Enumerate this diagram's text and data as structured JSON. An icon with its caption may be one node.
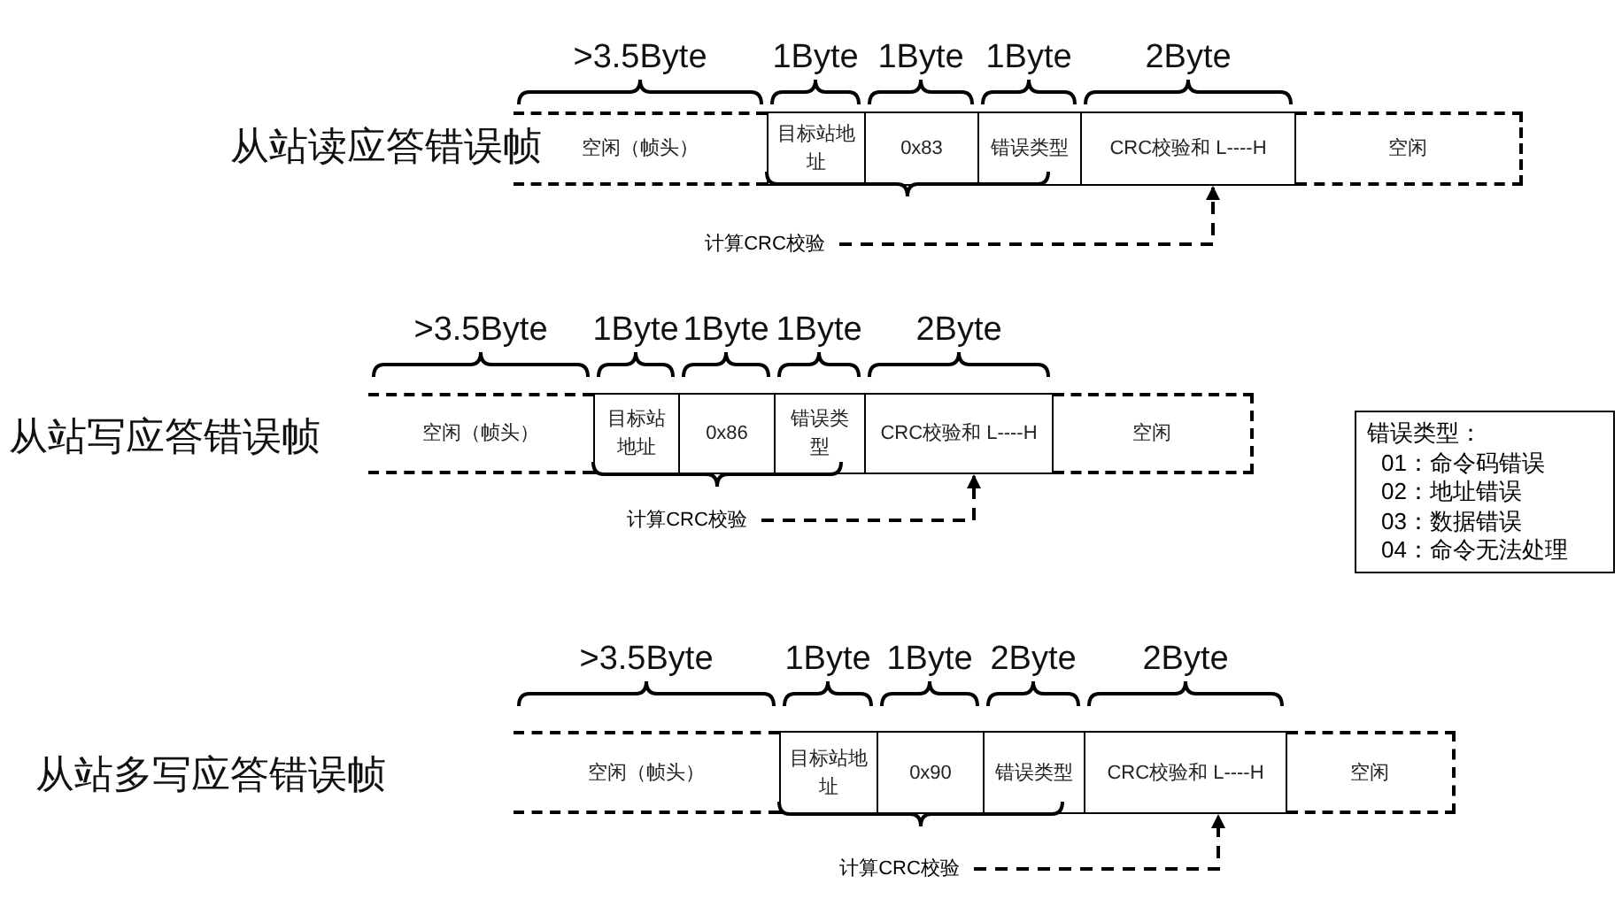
{
  "diagram": {
    "nodes": [
      {
        "text": [
          "空闲（帧头）"
        ]
      },
      {
        "text": [
          "目标站地址"
        ]
      },
      {
        "text": [
          "0x83"
        ]
      },
      {
        "text": [
          "错误类型"
        ]
      },
      {
        "text": [
          "CRC校验和 L----H"
        ]
      },
      {
        "text": [
          "空闲"
        ]
      },
      {
        "text": [
          "计算CRC校验"
        ]
      },
      {
        "text": [
          "空闲（帧头）"
        ]
      },
      {
        "text": [
          "目标站地址"
        ]
      },
      {
        "text": [
          "0x86"
        ]
      },
      {
        "text": [
          "错误类型"
        ]
      },
      {
        "text": [
          "CRC校验和 L----H"
        ]
      },
      {
        "text": [
          "空闲"
        ]
      },
      {
        "text": [
          "计算CRC校验"
        ]
      },
      {
        "text": [
          "空闲（帧头）"
        ]
      },
      {
        "text": [
          "目标站地址"
        ]
      },
      {
        "text": [
          "0x90"
        ]
      },
      {
        "text": [
          "错误类型"
        ]
      },
      {
        "text": [
          "CRC校验和 L----H"
        ]
      },
      {
        "text": [
          "空闲"
        ]
      },
      {
        "text": [
          "计算CRC校验"
        ]
      },
      {
        "text": [
          "错误类型：",
          "01：命令码错误",
          "02：地址错误",
          "03：数据错误",
          "04：命令无法处理"
        ]
      }
    ],
    "edges": [
      {
        "from": 6,
        "to": 4,
        "arrow": "to",
        "style": "dashed"
      },
      {
        "from": 13,
        "to": 11,
        "arrow": "to",
        "style": "dashed"
      },
      {
        "from": 20,
        "to": 18,
        "arrow": "to",
        "style": "dashed"
      }
    ],
    "labels": [
      ">3.5Byte",
      "1Byte",
      "1Byte",
      "1Byte",
      "2Byte",
      "从站读应答错误帧",
      ">3.5Byte",
      "1Byte",
      "1Byte",
      "1Byte",
      "2Byte",
      "从站写应答错误帧",
      ">3.5Byte",
      "1Byte",
      "1Byte",
      "2Byte",
      "2Byte",
      "从站多写应答错误帧"
    ]
  }
}
